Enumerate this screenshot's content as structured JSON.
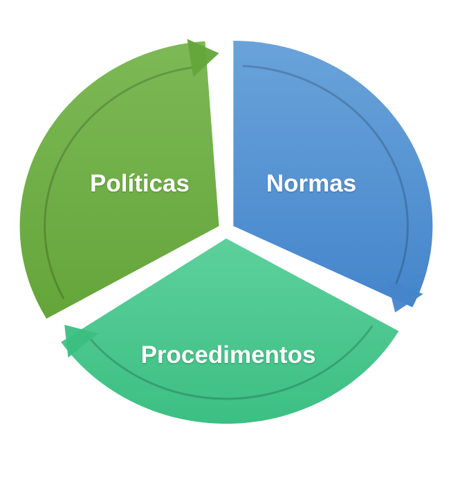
{
  "diagram": {
    "type": "cycle",
    "segments": [
      {
        "label": "Políticas",
        "color_light": "#7db956",
        "color_dark": "#64a53a"
      },
      {
        "label": "Normas",
        "color_light": "#6aa3da",
        "color_dark": "#4485cb"
      },
      {
        "label": "Procedimentos",
        "color_light": "#5dd09c",
        "color_dark": "#3cbf82"
      }
    ]
  }
}
